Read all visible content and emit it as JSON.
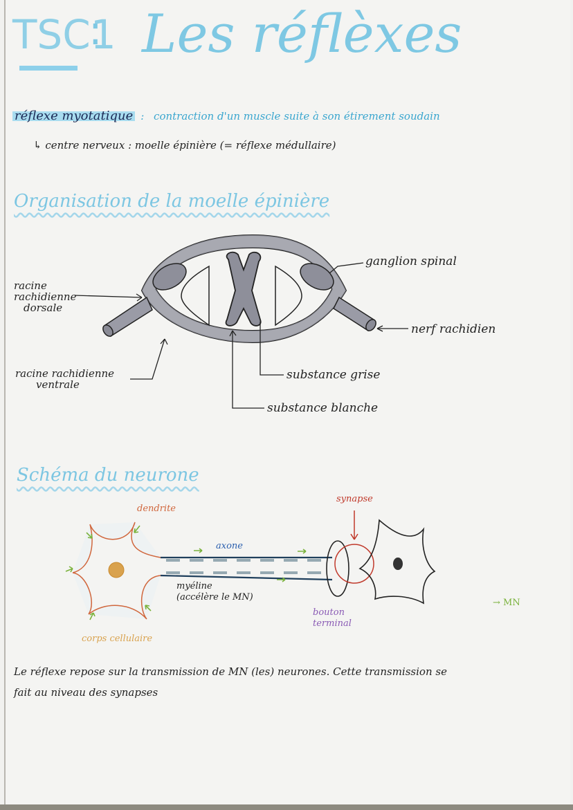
{
  "title": {
    "code": "TSC1",
    "separator": ":",
    "text": "Les réflèxes",
    "color": "#7ec8e3"
  },
  "definition": {
    "term": "réflexe myotatique",
    "separator": ":",
    "text": "contraction d'un muscle suite à son étirement soudain",
    "sub_line": "↳ centre nerveux : moelle épinière (= réflexe médullaire)"
  },
  "section_spinal_cord": {
    "heading": "Organisation de la moelle épinière",
    "labels": {
      "dorsal_root": [
        "racine",
        "rachidienne",
        "dorsale"
      ],
      "ventral_root": [
        "racine rachidienne",
        "ventrale"
      ],
      "spinal_ganglion": "ganglion spinal",
      "spinal_nerve": "nerf rachidien",
      "grey_matter": "substance grise",
      "white_matter": "substance blanche"
    },
    "colors": {
      "fill": "#9a9ba6",
      "outline": "#222222"
    }
  },
  "section_neuron": {
    "heading": "Schéma du neurone",
    "labels": {
      "dendrite": "dendrite",
      "axon": "axone",
      "myelin": "myéline",
      "myelin_note": "(accélère le MN)",
      "cell_body": "corps cellulaire",
      "synapse": "synapse",
      "terminal_button": [
        "bouton",
        "terminal"
      ],
      "legend_arrow": "→ MN"
    },
    "colors": {
      "dendrite": "#d0663c",
      "cell_body": "#d9a24e",
      "nucleus": "#c98a2e",
      "axon": "#1f3f5c",
      "axon_label": "#2b5fae",
      "myelin": "#7f97a3",
      "arrows": "#7ab23c",
      "synapse": "#c0392b",
      "terminal_button": "#8a5bb5"
    }
  },
  "conclusion": {
    "lines": [
      "Le réflexe repose sur la transmission de MN (les) neurones. Cette transmission se",
      "fait au niveau des synapses"
    ]
  }
}
